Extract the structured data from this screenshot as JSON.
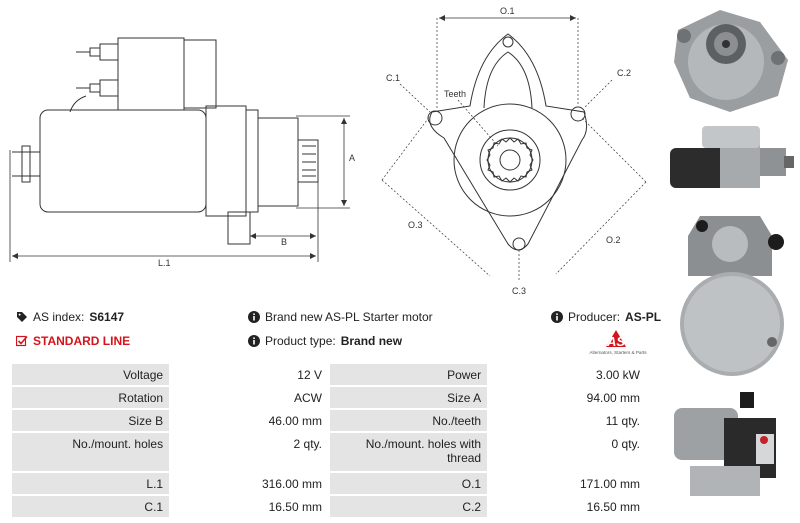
{
  "drawing_labels": {
    "side": {
      "a": "A",
      "b": "B",
      "l1": "L.1"
    },
    "front": {
      "o1": "O.1",
      "o2": "O.2",
      "o3": "O.3",
      "c1": "C.1",
      "c2": "C.2",
      "c3": "C.3",
      "teeth": "Teeth"
    }
  },
  "info": {
    "as_index_label": "AS index:",
    "as_index_value": "S6147",
    "line": "STANDARD LINE",
    "description": "Brand new AS-PL Starter motor",
    "product_type_label": "Product type:",
    "product_type_value": "Brand new",
    "producer_label": "Producer:",
    "producer_value": "AS-PL"
  },
  "logo": {
    "mark": "AS",
    "tagline": "Alternators, Starters & Parts"
  },
  "specs": [
    {
      "l1": "Voltage",
      "v1": "12 V",
      "l2": "Power",
      "v2": "3.00 kW"
    },
    {
      "l1": "Rotation",
      "v1": "ACW",
      "l2": "Size A",
      "v2": "94.00 mm"
    },
    {
      "l1": "Size B",
      "v1": "46.00 mm",
      "l2": "No./teeth",
      "v2": "11 qty."
    },
    {
      "l1": "No./mount. holes",
      "v1": "2 qty.",
      "l2": "No./mount. holes with thread",
      "v2": "0 qty."
    },
    {
      "l1": "L.1",
      "v1": "316.00 mm",
      "l2": "O.1",
      "v2": "171.00 mm"
    },
    {
      "l1": "C.1",
      "v1": "16.50 mm",
      "l2": "C.2",
      "v2": "16.50 mm"
    }
  ],
  "colors": {
    "accent_red": "#d4141c",
    "label_cell": "#e4e4e4"
  }
}
